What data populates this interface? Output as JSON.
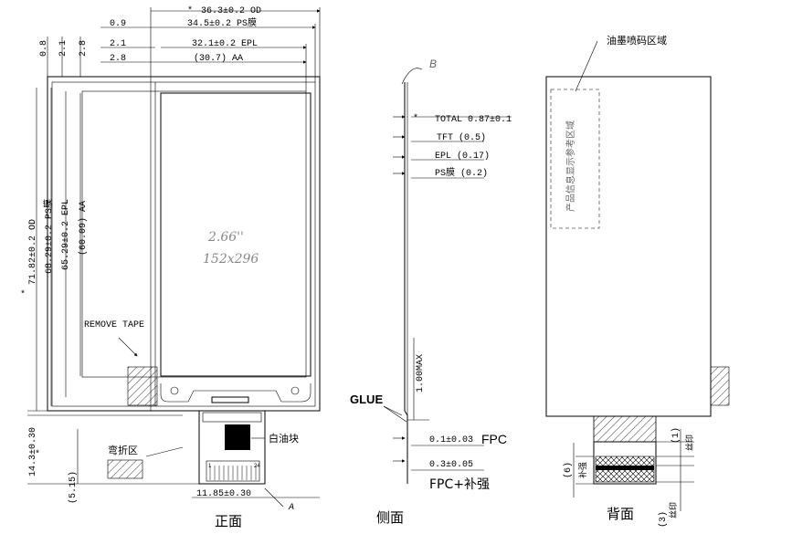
{
  "front": {
    "dims_top": {
      "od": "36.3±0.2 OD",
      "ps": "34.5±0.2 PS膜",
      "epl": "32.1±0.2 EPL",
      "aa": "(30.7) AA"
    },
    "dims_left_small": {
      "d1": "0.9",
      "d2": "2.1",
      "d3": "2.8"
    },
    "dims_top_small": {
      "a": "0.8",
      "b": "2.1",
      "c": "2.8"
    },
    "dims_vertical": {
      "od": "71.82±0.2 OD",
      "ps": "68.29±0.2 PS膜",
      "epl": "65.29±0.2 EPL",
      "aa": "(60.09) AA"
    },
    "dims_bottom": {
      "fpc_len": "14.3±0.30",
      "bend": "(5.15)",
      "fpc_width": "11.85±0.30"
    },
    "display_size": "2.66''",
    "resolution": "152x296",
    "remove_tape": "REMOVE TAPE",
    "white_block": "白油块",
    "bend_area": "弯折区",
    "pin_1": "1",
    "pin_24": "24",
    "star": "*",
    "marker_a": "A",
    "caption": "正面"
  },
  "side": {
    "marker_b": "B",
    "total": "TOTAL 0.87±0.1",
    "tft": "TFT (0.5)",
    "epl": "EPL (0.17)",
    "ps": "PS膜 (0.2)",
    "max": "1.00MAX",
    "glue": "GLUE",
    "fpc_thk": "0.1±0.03",
    "fpc": "FPC",
    "stiff_thk": "0.3±0.05",
    "fpc_stiff": "FPC+补强",
    "caption": "侧面"
  },
  "back": {
    "ink_area": "油墨喷码区域",
    "ref_area": "产品信息显示参考区域",
    "dim1": "(1)",
    "silk1": "丝印",
    "dim6": "(6)",
    "stiff": "补强",
    "dim3": "(3)",
    "silk2": "丝印",
    "caption": "背面"
  }
}
